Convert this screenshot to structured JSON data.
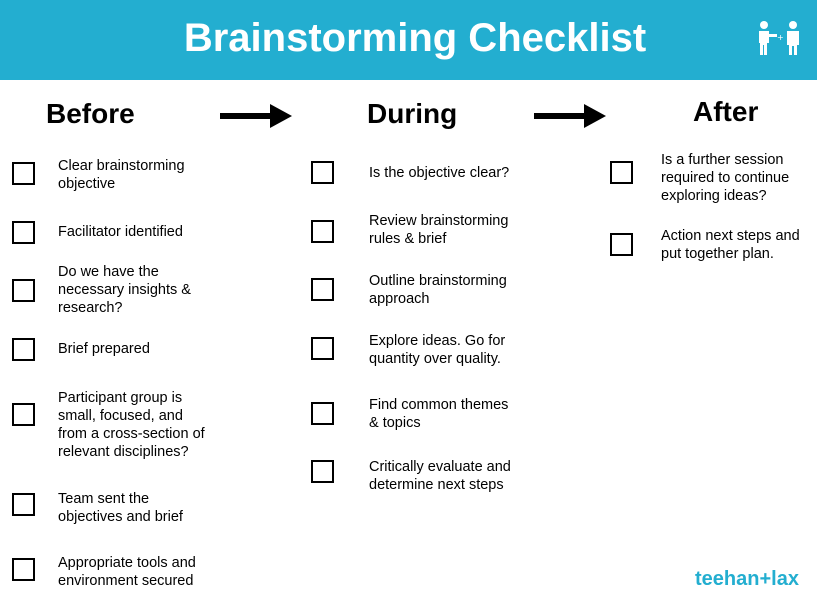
{
  "header": {
    "title": "Brainstorming Checklist"
  },
  "columns": {
    "before": {
      "heading": "Before",
      "items": [
        "Clear brainstorming\nobjective",
        "Facilitator identified",
        "Do we have the\nnecessary insights &\nresearch?",
        "Brief prepared",
        "Participant group is\nsmall, focused, and\nfrom a cross-section of\nrelevant disciplines?",
        "Team sent the\nobjectives and brief",
        "Appropriate tools and\nenvironment secured"
      ]
    },
    "during": {
      "heading": "During",
      "items": [
        "Is the objective clear?",
        "Review brainstorming\nrules & brief",
        "Outline brainstorming\napproach",
        "Explore ideas. Go for\nquantity over quality.",
        "Find common themes\n& topics",
        "Critically evaluate and\ndetermine next steps"
      ]
    },
    "after": {
      "heading": "After",
      "items": [
        "Is a further session\nrequired to continue\nexploring ideas?",
        "Action next steps and\nput together plan."
      ]
    }
  },
  "footer": {
    "logo": "teehan+lax"
  },
  "colors": {
    "accent": "#23aed0",
    "text": "#000000",
    "background": "#ffffff"
  },
  "icons": [
    "people-icon",
    "arrow-right-icon"
  ]
}
